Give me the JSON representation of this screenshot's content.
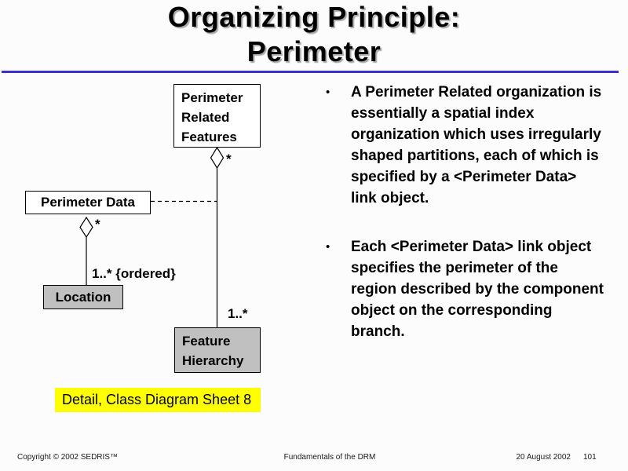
{
  "slide": {
    "title_line1": "Organizing Principle:",
    "title_line2": "Perimeter"
  },
  "colors": {
    "rule": "#3a2fd0",
    "highlight": "#ffff00",
    "box-gray": "#c0c0c0",
    "box-white": "#ffffff",
    "line": "#000000"
  },
  "diagram": {
    "perimeter_related_features": {
      "line1": "Perimeter",
      "line2": "Related",
      "line3": "Features"
    },
    "perimeter_data": {
      "label": "Perimeter Data"
    },
    "location": {
      "label": "Location"
    },
    "feature_hierarchy": {
      "line1": "Feature",
      "line2": "Hierarchy"
    },
    "multiplicity_top": "*",
    "multiplicity_mid": "*",
    "ordered_label": "1..* {ordered}",
    "feature_multiplicity": "1..*",
    "caption": "Detail, Class Diagram Sheet 8"
  },
  "bullets": {
    "char": "•",
    "items": [
      "A Perimeter Related organization is essentially a spatial index organization which uses irregularly shaped partitions, each of which is specified by a <Perimeter Data> link object.",
      "Each <Perimeter Data> link object specifies the perimeter of the region described by the component object on the corresponding branch."
    ]
  },
  "footer": {
    "copyright": "Copyright © 2002 SEDRIS™",
    "center": "Fundamentals of the DRM",
    "date": "20 August 2002",
    "page": "101"
  }
}
